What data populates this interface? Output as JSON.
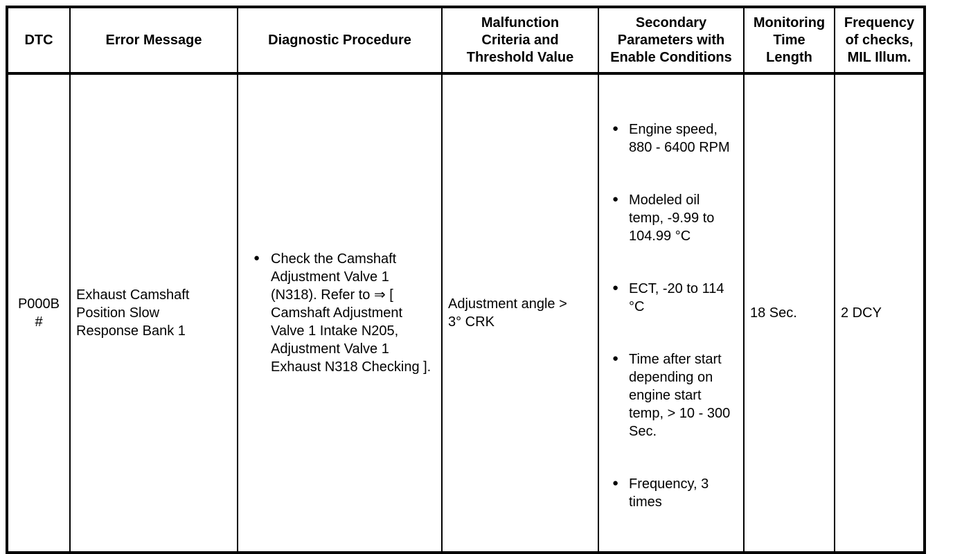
{
  "table": {
    "columns": [
      {
        "key": "dtc",
        "header": "DTC"
      },
      {
        "key": "err",
        "header": "Error Message"
      },
      {
        "key": "diag",
        "header": "Diagnostic Procedure"
      },
      {
        "key": "malf",
        "header": "Malfunction\nCriteria and\nThreshold Value"
      },
      {
        "key": "sec",
        "header": "Secondary\nParameters with\nEnable Conditions"
      },
      {
        "key": "mon",
        "header": "Monitoring\nTime\nLength"
      },
      {
        "key": "freq",
        "header": "Frequency\nof checks,\nMIL Illum."
      }
    ],
    "rows": [
      {
        "dtc": "P000B\n#",
        "err": "Exhaust Camshaft\nPosition Slow\nResponse Bank 1",
        "diag_bullets": [
          "Check the Camshaft Adjustment Valve 1 (N318). Refer to ⇒ [ Camshaft Adjustment Valve 1 Intake N205, Adjustment Valve 1 Exhaust N318 Checking ]."
        ],
        "malf": "Adjustment angle >\n3° CRK",
        "sec_bullets": [
          "Engine speed, 880 - 6400 RPM",
          "Modeled oil temp, -9.99 to 104.99 °C",
          "ECT, -20 to 114 °C",
          "Time after start depending on engine start temp, > 10 - 300 Sec.",
          "Frequency, 3 times"
        ],
        "mon": "18 Sec.",
        "freq": "2 DCY"
      }
    ]
  },
  "colors": {
    "border": "#000000",
    "text": "#000000",
    "background": "#ffffff"
  }
}
